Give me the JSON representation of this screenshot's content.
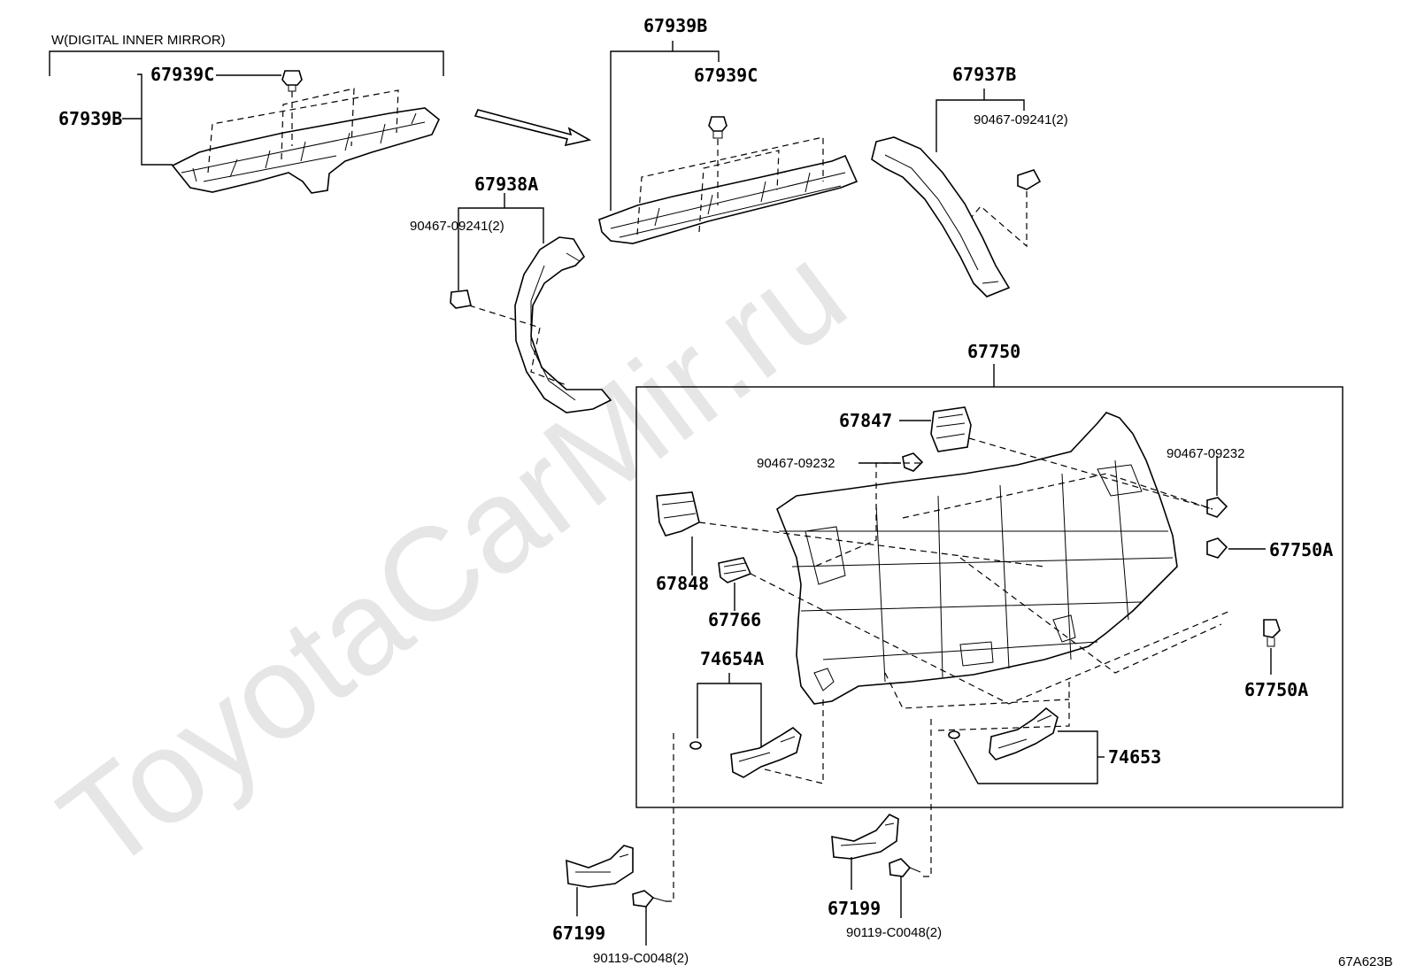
{
  "diagram": {
    "watermark": "ToyotaCarMir.ru",
    "variant_note": "W(DIGITAL INNER MIRROR)",
    "diagram_code": "67A623B",
    "labels": {
      "l67939B_left": "67939B",
      "l67939C_left": "67939C",
      "l67939B_top": "67939B",
      "l67939C_mid": "67939C",
      "l67937B": "67937B",
      "l90467_09241_right": "90467-09241(2)",
      "l67938A": "67938A",
      "l90467_09241_left": "90467-09241(2)",
      "l67750": "67750",
      "l67847": "67847",
      "l90467_09232_left": "90467-09232",
      "l90467_09232_right": "90467-09232",
      "l67750A_right": "67750A",
      "l67750A_bottom": "67750A",
      "l67848": "67848",
      "l67766": "67766",
      "l74654A": "74654A",
      "l74653": "74653",
      "l67199_left": "67199",
      "l90119_left": "90119-C0048(2)",
      "l67199_right": "67199",
      "l90119_right": "90119-C0048(2)"
    }
  }
}
